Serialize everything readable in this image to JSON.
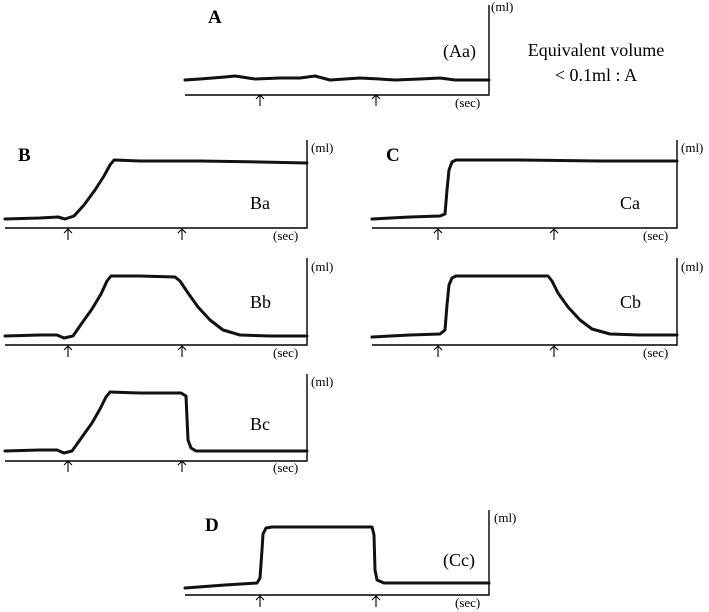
{
  "sections": [
    "A",
    "B",
    "C",
    "D"
  ],
  "units": {
    "y": "(ml)",
    "x": "(sec)"
  },
  "note": {
    "line1": "Equivalent volume",
    "line2": "< 0.1ml : A"
  },
  "panels": [
    {
      "id": "Aa",
      "label": "(Aa)",
      "shape": "flat"
    },
    {
      "id": "Ba",
      "label": "Ba",
      "shape": "ramp-up"
    },
    {
      "id": "Bb",
      "label": "Bb",
      "shape": "ramp-up-ramp-down"
    },
    {
      "id": "Bc",
      "label": "Bc",
      "shape": "ramp-up-step-down"
    },
    {
      "id": "Ca",
      "label": "Ca",
      "shape": "step-up"
    },
    {
      "id": "Cb",
      "label": "Cb",
      "shape": "step-up-ramp-down"
    },
    {
      "id": "Cc",
      "label": "(Cc)",
      "shape": "step-up-step-down"
    }
  ]
}
